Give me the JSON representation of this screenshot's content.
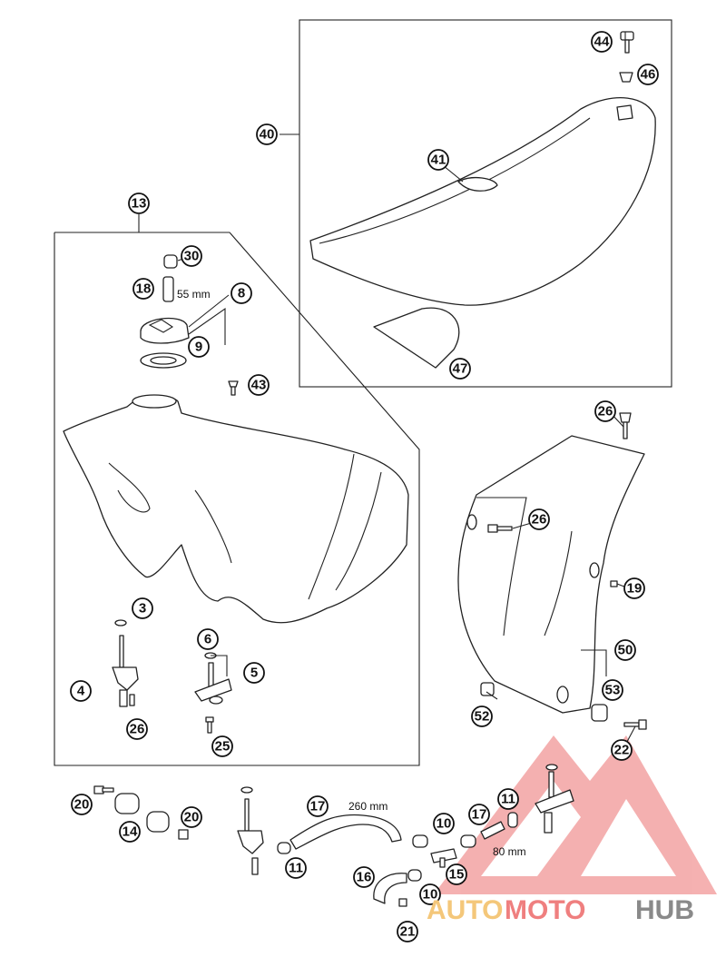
{
  "callouts": {
    "c3": "3",
    "c4": "4",
    "c5": "5",
    "c6": "6",
    "c8": "8",
    "c9": "9",
    "c10a": "10",
    "c10b": "10",
    "c11a": "11",
    "c11b": "11",
    "c13": "13",
    "c14": "14",
    "c15": "15",
    "c16": "16",
    "c17a": "17",
    "c17b": "17",
    "c18": "18",
    "c19": "19",
    "c20a": "20",
    "c20b": "20",
    "c21": "21",
    "c22": "22",
    "c25": "25",
    "c26a": "26",
    "c26b": "26",
    "c26c": "26",
    "c30": "30",
    "c40": "40",
    "c41": "41",
    "c43": "43",
    "c44": "44",
    "c46": "46",
    "c47": "47",
    "c50": "50",
    "c52": "52",
    "c53": "53"
  },
  "dimensions": {
    "hose_55": "55 mm",
    "hose_260": "260 mm",
    "hose_80": "80 mm"
  },
  "watermark": {
    "part1": "AUTO",
    "part2": "MOTO",
    "part3": "HUB",
    "colors": {
      "triangle": "#ef8a8a",
      "auto": "#f4c77a",
      "moto": "#ef7f7f",
      "hub": "#8a8a8a"
    }
  }
}
